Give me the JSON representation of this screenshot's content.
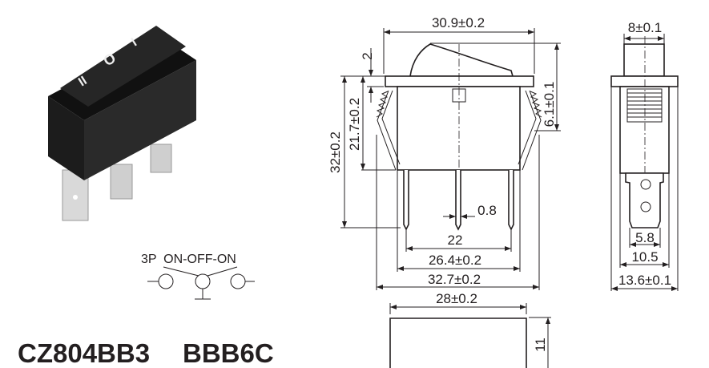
{
  "product": {
    "model_codes": [
      "CZ804BB3",
      "BBB6C"
    ],
    "switch_type_label": "3P  ON-OFF-ON",
    "rocker_symbols": [
      "I",
      "O",
      "II"
    ]
  },
  "dimensions": {
    "flange_width": "30.9±0.2",
    "rocker_height": "2",
    "overall_height": "32±0.2",
    "body_height": "21.7±0.2",
    "rocker_top_height": "6.1±0.1",
    "pin_thickness": "0.8",
    "pin_spacing": "22",
    "body_width": "26.4±0.2",
    "clip_span": "32.7±0.2",
    "cutout_width": "28±0.2",
    "cutout_height": "11",
    "side_rocker_width": "8±0.1",
    "terminal_width": "5.8",
    "side_body_width": "10.5",
    "side_flange_width": "13.6±0.1"
  }
}
